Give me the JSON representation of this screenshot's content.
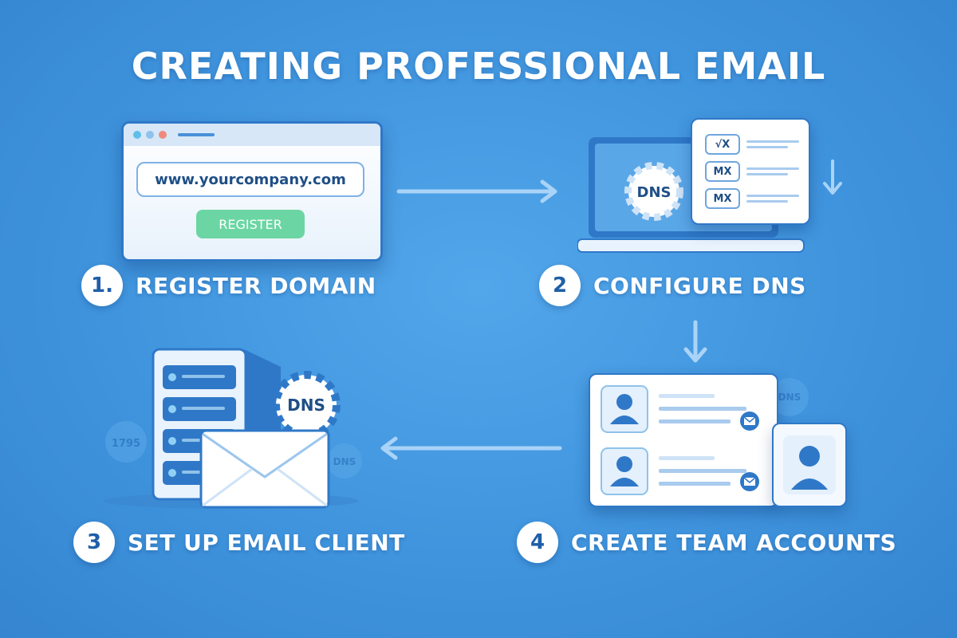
{
  "title": "CREATING PROFESSIONAL EMAIL",
  "colors": {
    "background": "#4398e0",
    "accent": "#1f5fa8",
    "register_button": "#6bd6a3",
    "window_dots": [
      "#5ec0e8",
      "#8fc2ea",
      "#f08a7e"
    ]
  },
  "steps": [
    {
      "number": "1.",
      "label": "REGISTER DOMAIN",
      "icon": "browser-window-icon"
    },
    {
      "number": "2",
      "label": "CONFIGURE DNS",
      "icon": "laptop-dns-icon"
    },
    {
      "number": "3",
      "label": "SET UP EMAIL CLIENT",
      "icon": "server-envelope-icon"
    },
    {
      "number": "4",
      "label": "CREATE TEAM ACCOUNTS",
      "icon": "user-accounts-icon"
    }
  ],
  "browser": {
    "url": "www.yourcompany.com",
    "button_label": "REGISTER"
  },
  "dns": {
    "gear_label": "DNS",
    "records": [
      "√X",
      "MX",
      "MX"
    ]
  },
  "server": {
    "gear_label": "DNS",
    "badge_left": "1795",
    "badge_right": "DNS"
  },
  "team": {
    "badge": "DNS"
  }
}
